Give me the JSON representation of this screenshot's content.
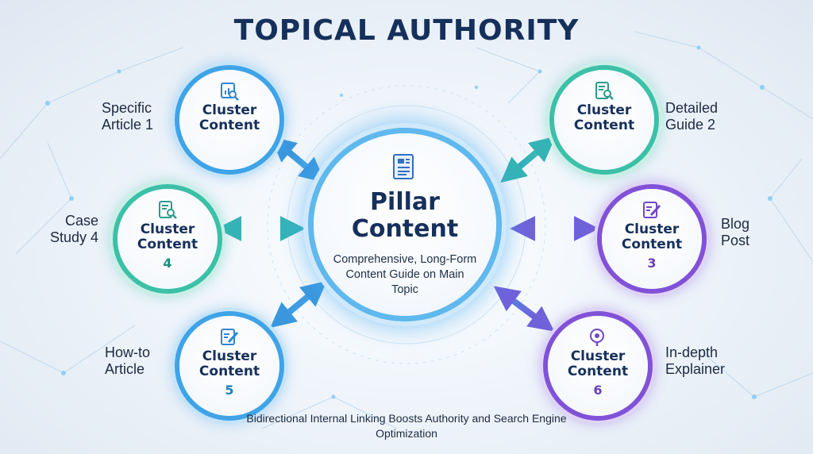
{
  "title": "TOPICAL AUTHORITY",
  "pillar": {
    "title": "Pillar Content",
    "subtitle": "Comprehensive, Long-Form Content Guide on Main Topic",
    "icon": "document-icon"
  },
  "clusters": [
    {
      "label": "Cluster Content",
      "number": "",
      "side_label": "Specific Article 1",
      "icon": "analytics-search-icon",
      "color": "#3fa3e8"
    },
    {
      "label": "Cluster Content",
      "number": "",
      "side_label": "Detailed Guide 2",
      "icon": "document-search-icon",
      "color": "#3cc0a8"
    },
    {
      "label": "Cluster Content",
      "number": "3",
      "side_label": "Blog Post",
      "icon": "edit-document-icon",
      "color": "#8152d8"
    },
    {
      "label": "Cluster Content",
      "number": "4",
      "side_label": "Case Study 4",
      "icon": "document-search-icon",
      "color": "#3cc0a8"
    },
    {
      "label": "Cluster Content",
      "number": "5",
      "side_label": "How-to Article",
      "icon": "edit-document-icon",
      "color": "#3fa3e8"
    },
    {
      "label": "Cluster Content",
      "number": "6",
      "side_label": "In-depth Explainer",
      "icon": "target-search-icon",
      "color": "#8152d8"
    }
  ],
  "footer": "Bidirectional Internal Linking Boosts Authority and Search Engine Optimization"
}
